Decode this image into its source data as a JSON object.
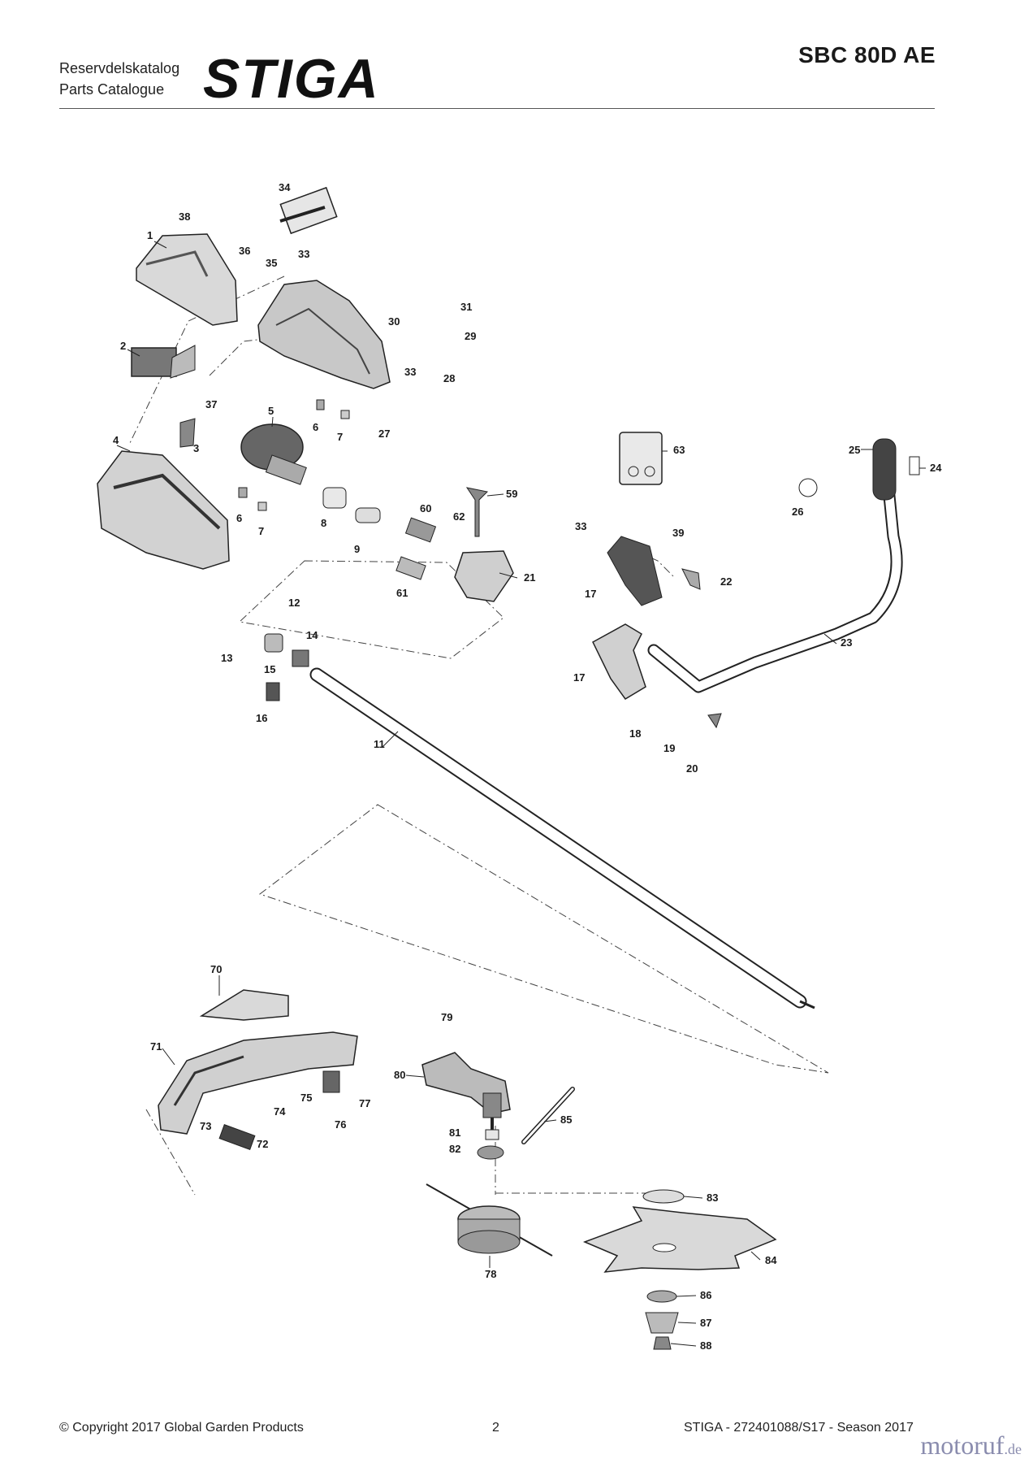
{
  "header": {
    "subtitle_line1": "Reservdelskatalog",
    "subtitle_line2": "Parts Catalogue",
    "brand": "STIGA",
    "model": "SBC 80D AE"
  },
  "callouts": {
    "c1": "1",
    "c2": "2",
    "c3": "3",
    "c4": "4",
    "c5": "5",
    "c6a": "6",
    "c6b": "6",
    "c7a": "7",
    "c7b": "7",
    "c8": "8",
    "c9": "9",
    "c11": "11",
    "c12": "12",
    "c13": "13",
    "c14": "14",
    "c15": "15",
    "c16": "16",
    "c17a": "17",
    "c17b": "17",
    "c18": "18",
    "c19": "19",
    "c20": "20",
    "c21": "21",
    "c22": "22",
    "c23": "23",
    "c24": "24",
    "c25": "25",
    "c26": "26",
    "c27": "27",
    "c28": "28",
    "c29": "29",
    "c30": "30",
    "c31": "31",
    "c33a": "33",
    "c33b": "33",
    "c33c": "33",
    "c34": "34",
    "c35": "35",
    "c36": "36",
    "c37": "37",
    "c38": "38",
    "c39": "39",
    "c59": "59",
    "c60": "60",
    "c61": "61",
    "c62": "62",
    "c63": "63",
    "c70": "70",
    "c71": "71",
    "c72": "72",
    "c73": "73",
    "c74": "74",
    "c75": "75",
    "c76": "76",
    "c77": "77",
    "c78": "78",
    "c79": "79",
    "c80": "80",
    "c81": "81",
    "c82": "82",
    "c83": "83",
    "c84": "84",
    "c85": "85",
    "c86": "86",
    "c87": "87",
    "c88": "88"
  },
  "footer": {
    "copyright": "© Copyright 2017 Global Garden Products",
    "page": "2",
    "catalog_ref": "STIGA - 272401088/S17 - Season 2017"
  },
  "watermark": {
    "text": "motoruf",
    "suffix": ".de"
  },
  "colors": {
    "ink": "#1a1a1a",
    "part_fill": "#d9d9d9",
    "part_dark": "#555555",
    "rule": "#555555",
    "watermark": "#8a8cae"
  }
}
